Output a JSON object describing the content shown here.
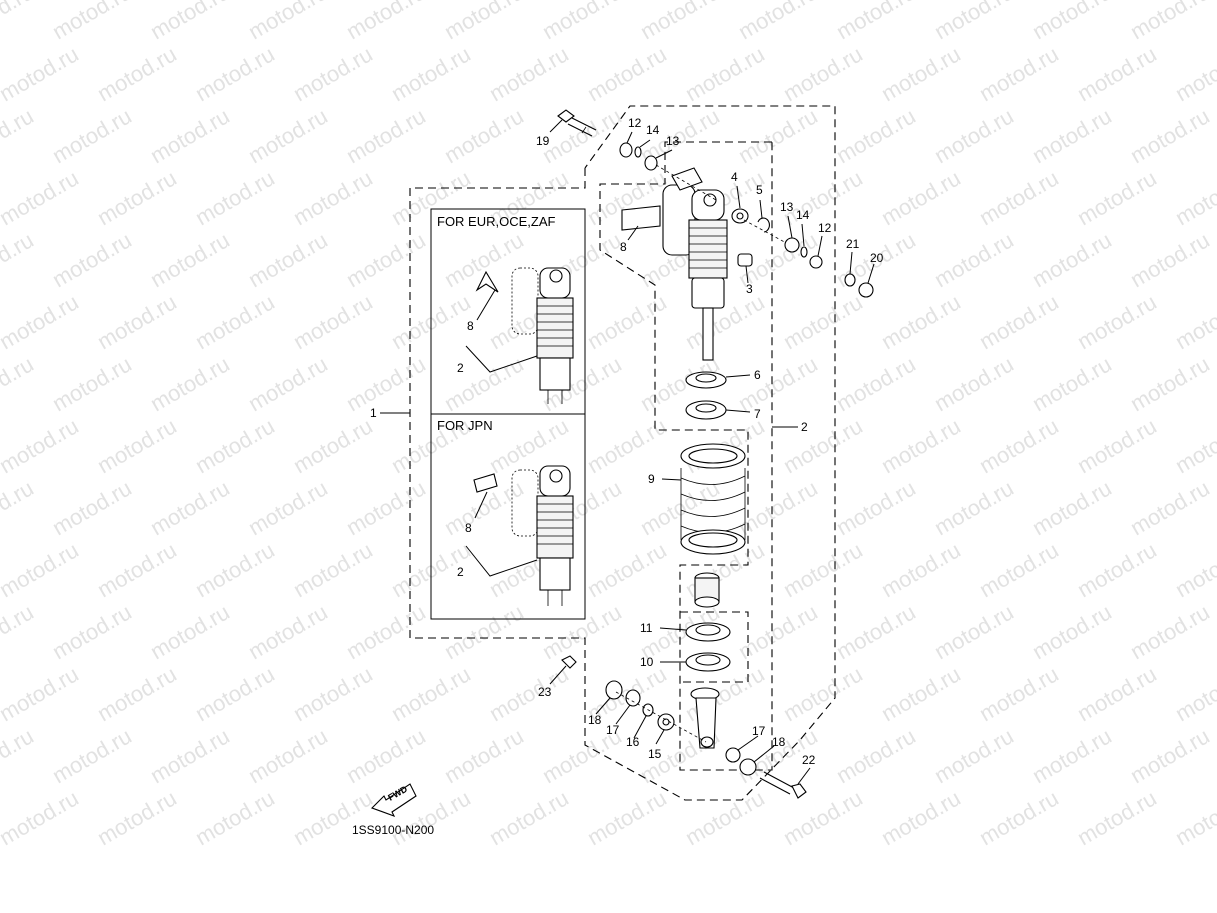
{
  "watermark": "motod.ru",
  "diagram_code": "1SS9100-N200",
  "fwd_label": "FWD",
  "panels": {
    "eur_title": "FOR EUR,OCE,ZAF",
    "jpn_title": "FOR JPN"
  },
  "callouts": {
    "c1": "1",
    "c2": "2",
    "c3": "3",
    "c4": "4",
    "c5": "5",
    "c6": "6",
    "c7": "7",
    "c8": "8",
    "c9": "9",
    "c10": "10",
    "c11": "11",
    "c12a": "12",
    "c12b": "12",
    "c13a": "13",
    "c13b": "13",
    "c14a": "14",
    "c14b": "14",
    "c15": "15",
    "c16": "16",
    "c17a": "17",
    "c17b": "17",
    "c18a": "18",
    "c18b": "18",
    "c19": "19",
    "c20": "20",
    "c21": "21",
    "c22": "22",
    "c23": "23",
    "eur8": "8",
    "eur2": "2",
    "jpn8": "8",
    "jpn2": "2"
  }
}
